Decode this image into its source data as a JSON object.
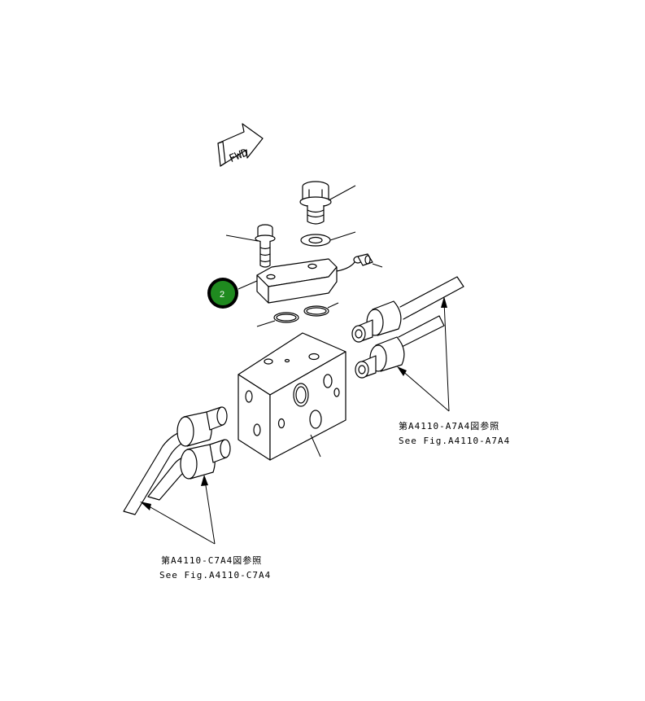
{
  "fwd_label": "FWD",
  "callout": {
    "number": "2",
    "fill_color": "#1f8a1f",
    "ring_color": "#000000"
  },
  "references": [
    {
      "jp": "第A4110-A7A4図参照",
      "en": "See Fig.A4110-A7A4"
    },
    {
      "jp": "第A4110-C7A4図参照",
      "en": "See Fig.A4110-C7A4"
    }
  ]
}
